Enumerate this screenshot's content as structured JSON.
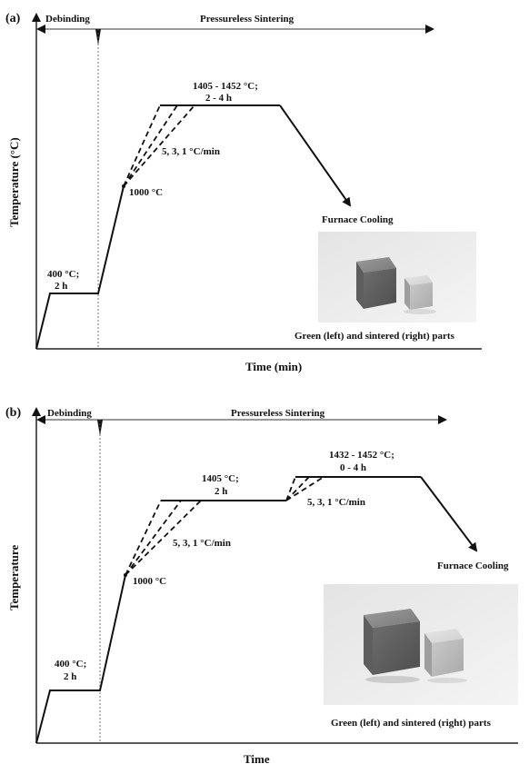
{
  "panel_a": {
    "tag": "(a)",
    "phase_left": "Debinding",
    "phase_right": "Pressureless Sintering",
    "ylabel": "Temperature (°C)",
    "xlabel": "Time (min)",
    "hold1": [
      "400 °C;",
      "2 h"
    ],
    "point": "1000 °C",
    "rates": "5, 3, 1 °C/min",
    "hold2": [
      "1405 - 1452 °C;",
      "2  - 4 h"
    ],
    "cooling": "Furnace Cooling",
    "caption": "Green (left) and sintered (right) parts"
  },
  "panel_b": {
    "tag": "(b)",
    "phase_left": "Debinding",
    "phase_right": "Pressureless Sintering",
    "ylabel": "Temperature",
    "xlabel": "Time",
    "hold1": [
      "400 °C;",
      "2 h"
    ],
    "point": "1000 °C",
    "rates1": "5, 3, 1 °C/min",
    "hold2": [
      "1405 °C;",
      "2 h"
    ],
    "rates2": "5, 3, 1 °C/min",
    "hold3": [
      "1432 - 1452 °C;",
      "0 - 4 h"
    ],
    "cooling": "Furnace Cooling",
    "caption": "Green (left) and sintered (right) parts"
  }
}
